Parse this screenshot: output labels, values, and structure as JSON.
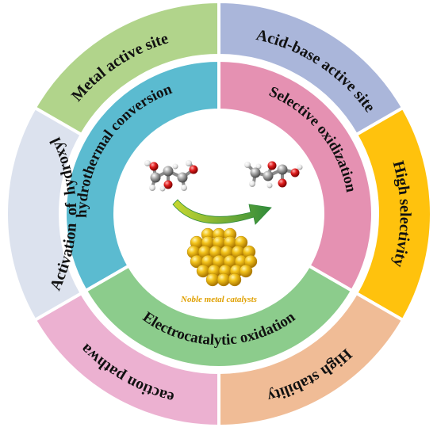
{
  "center": {
    "caption": "Noble metal catalysts"
  },
  "inner_ring": [
    {
      "label": "hydrothermal conversion",
      "color": "#5bbbd0",
      "name": "hydrothermal-conversion"
    },
    {
      "label": "Selective oxidization",
      "color": "#e591b2",
      "name": "selective-oxidization"
    },
    {
      "label": "Electrocatalytic oxidation",
      "color": "#8ccc8c",
      "name": "electrocatalytic-oxidation"
    }
  ],
  "outer_ring": [
    {
      "label": "Metal active site",
      "color": "#b1d48b",
      "name": "metal-active-site"
    },
    {
      "label": "Acid-base active site",
      "color": "#aab6da",
      "name": "acid-base-active-site"
    },
    {
      "label": "High selectivity",
      "color": "#ffc20d",
      "name": "high-selectivity"
    },
    {
      "label": "High stability",
      "color": "#f0bc96",
      "name": "high-stability"
    },
    {
      "label": "Reaction pathway",
      "color": "#ecb1d1",
      "name": "reaction-pathway"
    },
    {
      "label": "Activation  of  hydroxyl",
      "color": "#dce2ee",
      "name": "activation-of-hydroxyl"
    }
  ],
  "colors": {
    "gold": "#e8b416",
    "arrow_start": "#c8d830",
    "arrow_end": "#2f8a3a"
  },
  "icons": [
    "glycerol-molecule-icon",
    "lactic-acid-molecule-icon",
    "reaction-arrow-icon",
    "noble-metal-cluster-icon"
  ]
}
